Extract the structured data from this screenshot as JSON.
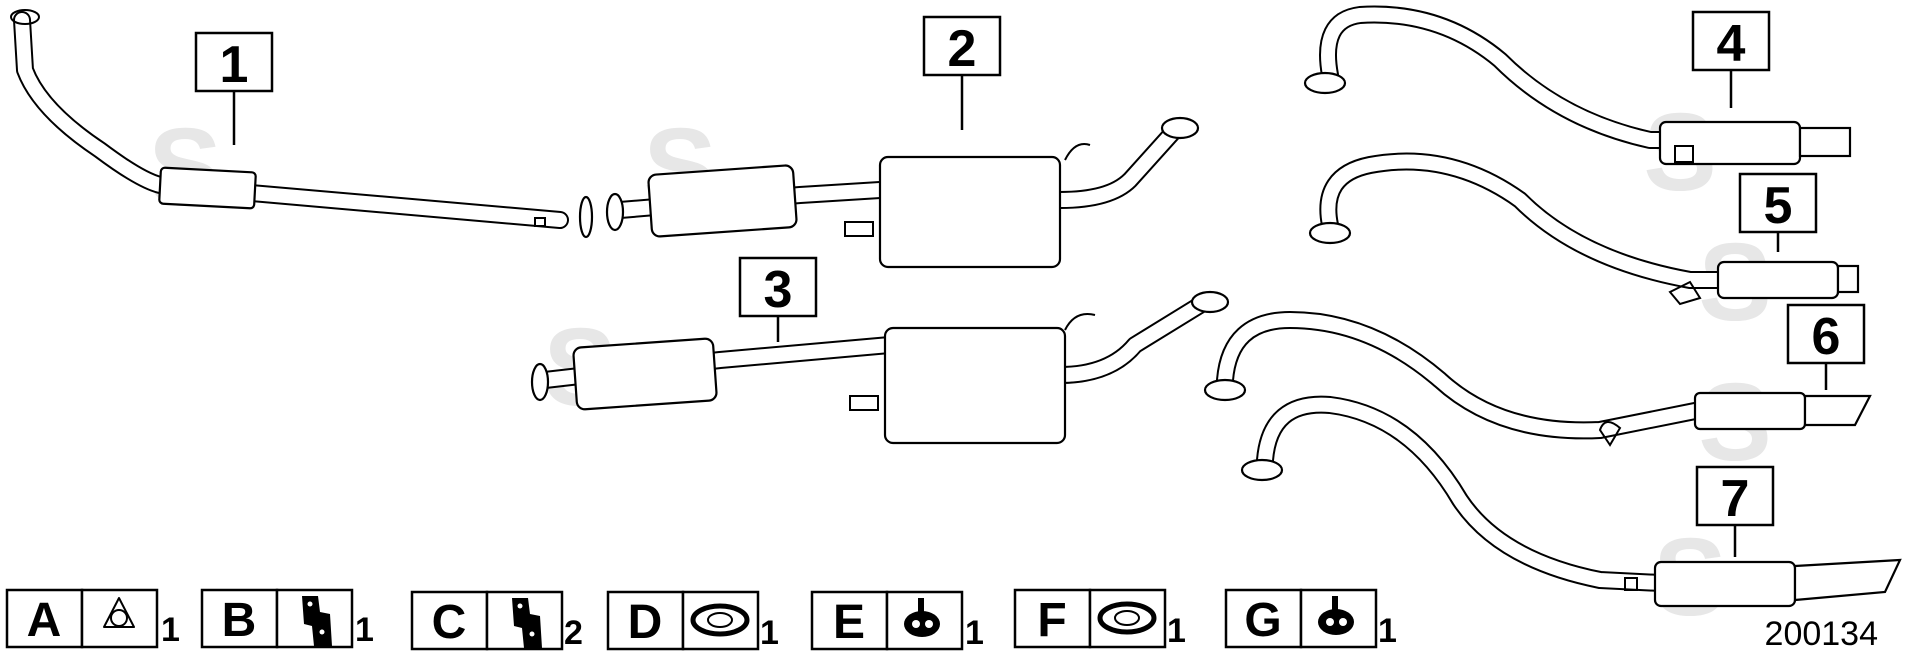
{
  "callouts": [
    {
      "label": "1"
    },
    {
      "label": "2"
    },
    {
      "label": "3"
    },
    {
      "label": "4"
    },
    {
      "label": "5"
    },
    {
      "label": "6"
    },
    {
      "label": "7"
    }
  ],
  "legend": [
    {
      "letter": "A",
      "qty": "1",
      "icon": "flange-gasket-icon"
    },
    {
      "letter": "B",
      "qty": "1",
      "icon": "mounting-bracket-icon"
    },
    {
      "letter": "C",
      "qty": "2",
      "icon": "mounting-bracket-icon"
    },
    {
      "letter": "D",
      "qty": "1",
      "icon": "oval-gasket-icon"
    },
    {
      "letter": "E",
      "qty": "1",
      "icon": "rubber-hanger-icon"
    },
    {
      "letter": "F",
      "qty": "1",
      "icon": "oval-gasket-icon"
    },
    {
      "letter": "G",
      "qty": "1",
      "icon": "rubber-hanger-icon"
    }
  ],
  "watermark": "S",
  "diagram_id": "200134"
}
